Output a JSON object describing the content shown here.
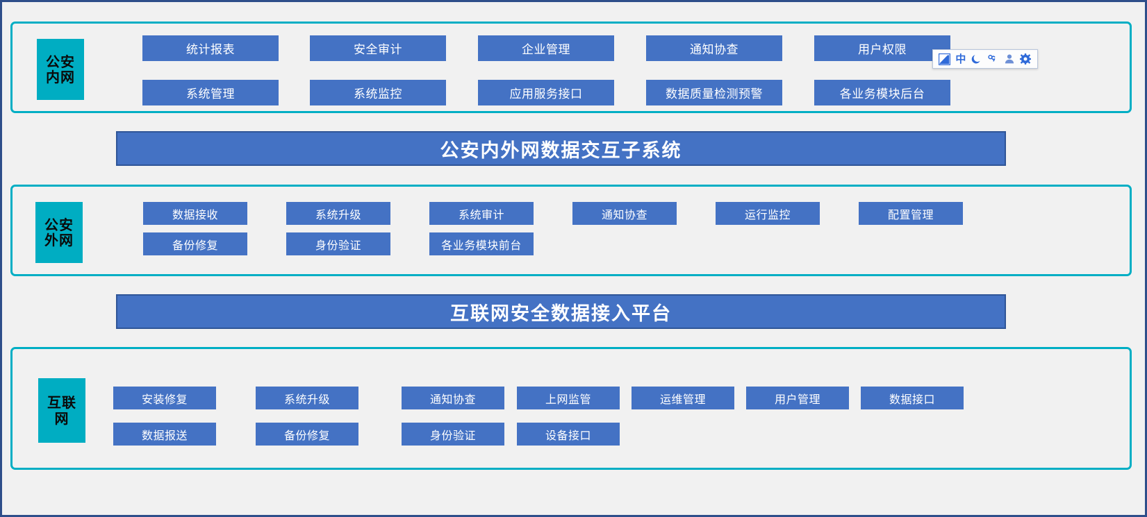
{
  "page": {
    "background": "#f1f1f1",
    "border_color": "#2e4e8a",
    "zone_border_color": "#00aec4",
    "zone_label_color": "#00adc2",
    "chip_color": "#4472c4",
    "banner_color": "#4472c4",
    "banner_border_color": "#2f5597"
  },
  "zones": [
    {
      "id": "police-intranet",
      "label": "公安\n内网",
      "rows": [
        [
          "统计报表",
          "安全审计",
          "企业管理",
          "通知协查",
          "用户权限"
        ],
        [
          "系统管理",
          "系统监控",
          "应用服务接口",
          "数据质量检测预警",
          "各业务模块后台"
        ]
      ]
    },
    {
      "id": "police-extranet",
      "label": "公安\n外网",
      "rows": [
        [
          "数据接收",
          "系统升级",
          "系统审计",
          "通知协查",
          "运行监控",
          "配置管理"
        ],
        [
          "备份修复",
          "身份验证",
          "各业务模块前台"
        ]
      ]
    },
    {
      "id": "internet",
      "label": "互联\n网",
      "rows": [
        [
          "安装修复",
          "系统升级",
          "通知协查",
          "上网监管",
          "运维管理",
          "用户管理",
          "数据接口"
        ],
        [
          "数据报送",
          "备份修复",
          "身份验证",
          "设备接口"
        ]
      ]
    }
  ],
  "banners": [
    {
      "id": "data-exchange-subsystem",
      "label": "公安内外网数据交互子系统"
    },
    {
      "id": "internet-security-data-platform",
      "label": "互联网安全数据接入平台"
    }
  ],
  "ime_bar": {
    "items": [
      {
        "name": "ime-logo-icon",
        "glyph": "pen"
      },
      {
        "name": "chinese-mode-toggle",
        "glyph": "中"
      },
      {
        "name": "halfwidth-fullwidth-toggle",
        "glyph": "moon"
      },
      {
        "name": "punctuation-mode-toggle",
        "glyph": "°,"
      },
      {
        "name": "user-account-icon",
        "glyph": "person"
      },
      {
        "name": "settings-gear-icon",
        "glyph": "gear"
      }
    ]
  }
}
